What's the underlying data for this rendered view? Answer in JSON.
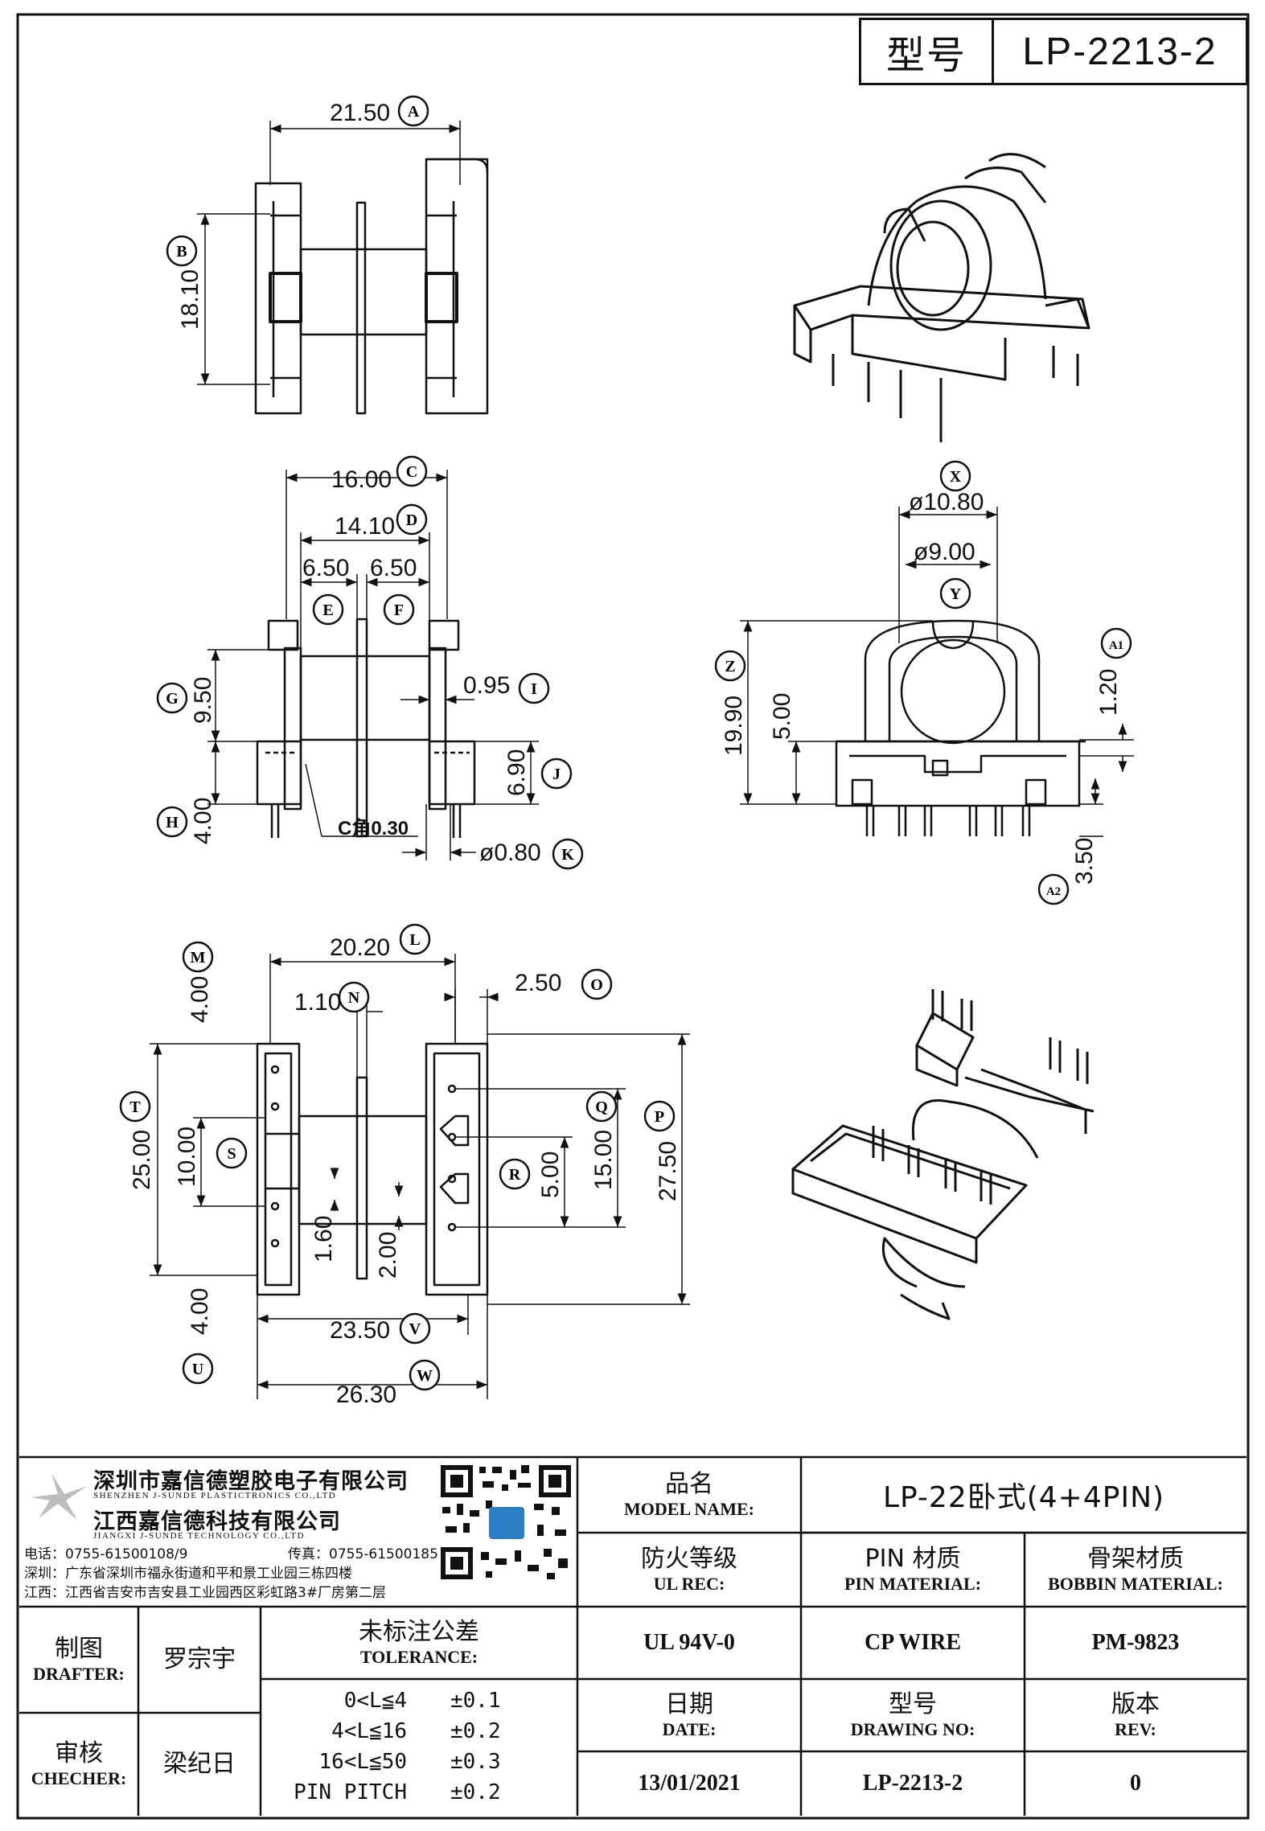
{
  "header": {
    "model_label": "型号",
    "model_value": "LP-2213-2"
  },
  "dimensions": {
    "A": "21.50",
    "B": "18.10",
    "C": "16.00",
    "D": "14.10",
    "E": "6.50",
    "F": "6.50",
    "G": "9.50",
    "H": "4.00",
    "I": "0.95",
    "J": "6.90",
    "K": "ø0.80",
    "chamfer": "C角0.30",
    "X": "ø10.80",
    "Y": "ø9.00",
    "Z": "19.90",
    "z_inner": "5.00",
    "A1": "1.20",
    "A2": "3.50",
    "L": "20.20",
    "N": "1.10",
    "O": "2.50",
    "M": "4.00",
    "T": "25.00",
    "S": "10.00",
    "R": "5.00",
    "Q": "15.00",
    "P": "27.50",
    "U": "4.00",
    "V": "23.50",
    "W": "26.30",
    "d160": "1.60",
    "d200": "2.00"
  },
  "letters": [
    "A",
    "B",
    "C",
    "D",
    "E",
    "F",
    "G",
    "H",
    "I",
    "J",
    "K",
    "X",
    "Y",
    "Z",
    "A1",
    "A2",
    "L",
    "M",
    "N",
    "O",
    "P",
    "Q",
    "R",
    "S",
    "T",
    "U",
    "V",
    "W"
  ],
  "company": {
    "name_cn": "深圳市嘉信德塑胶电子有限公司",
    "name_en": "SHENZHEN J-SUNDE PLASTICTRONICS CO.,LTD",
    "name2_cn": "江西嘉信德科技有限公司",
    "name2_en": "JIANGXI J-SUNDE TECHNOLOGY CO.,LTD",
    "phone": "电话：0755-61500108/9",
    "fax": "传真：0755-61500185",
    "addr_sz": "深圳：广东省深圳市福永街道和平和景工业园三栋四楼",
    "addr_jx": "江西：江西省吉安市吉安县工业园西区彩虹路3#厂房第二层"
  },
  "title_block": {
    "model_name_cn": "品名",
    "model_name_en": "MODEL NAME:",
    "model_name_value": "LP-22卧式(4+4PIN)",
    "ul_cn": "防火等级",
    "ul_en": "UL REC:",
    "ul_value": "UL 94V-0",
    "pin_cn": "PIN 材质",
    "pin_en": "PIN MATERIAL:",
    "pin_value": "CP WIRE",
    "bobbin_cn": "骨架材质",
    "bobbin_en": "BOBBIN MATERIAL:",
    "bobbin_value": "PM-9823",
    "drafter_cn": "制图",
    "drafter_en": "DRAFTER:",
    "drafter_value": "罗宗宇",
    "checker_cn": "审核",
    "checker_en": "CHECHER:",
    "checker_value": "梁纪日",
    "tol_cn": "未标注公差",
    "tol_en": "TOLERANCE:",
    "tol_rows": [
      {
        "range": "0<L≦4",
        "value": "±0.1"
      },
      {
        "range": "4<L≦16",
        "value": "±0.2"
      },
      {
        "range": "16<L≦50",
        "value": "±0.3"
      },
      {
        "range": "PIN PITCH",
        "value": "±0.2"
      }
    ],
    "date_cn": "日期",
    "date_en": "DATE:",
    "date_value": "13/01/2021",
    "drawing_cn": "型号",
    "drawing_en": "DRAWING NO:",
    "drawing_value": "LP-2213-2",
    "rev_cn": "版本",
    "rev_en": "REV:",
    "rev_value": "0"
  }
}
